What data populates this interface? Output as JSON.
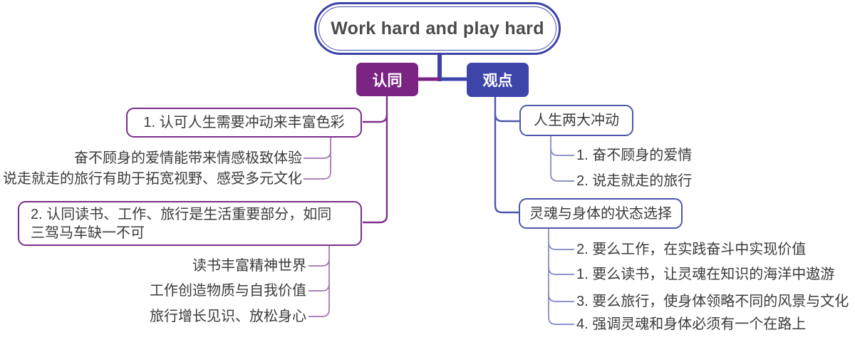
{
  "map": {
    "root_label": "Work hard and play hard",
    "left_branch": {
      "label": "认同",
      "topics": [
        {
          "label": "1. 认可人生需要冲动来丰富色彩",
          "points": [
            "奋不顾身的爱情能带来情感极致体验",
            "说走就走的旅行有助于拓宽视野、感受多元文化"
          ]
        },
        {
          "label": "2. 认同读书、工作、旅行是生活重要部分，如同\n三驾马车缺一不可",
          "points": [
            "读书丰富精神世界",
            "工作创造物质与自我价值",
            "旅行增长见识、放松身心"
          ]
        }
      ]
    },
    "right_branch": {
      "label": "观点",
      "topics": [
        {
          "label": "人生两大冲动",
          "points": [
            "1. 奋不顾身的爱情",
            "2. 说走就走的旅行"
          ]
        },
        {
          "label": "灵魂与身体的状态选择",
          "points": [
            "2. 要么工作，在实践奋斗中实现价值",
            "1. 要么读书，让灵魂在知识的海洋中遨游",
            "3. 要么旅行，使身体领略不同的风景与文化",
            "4. 强调灵魂和身体必须有一个在路上"
          ]
        }
      ]
    },
    "colors": {
      "left_accent": "#7b2484",
      "left_border": "#7b2d8b",
      "left_line": "#a470b4",
      "right_accent": "#3e45a9",
      "right_border": "#4f57ad",
      "right_line": "#7e85c5",
      "root_border": "#3c44a8",
      "text": "#3b3b3b"
    }
  }
}
